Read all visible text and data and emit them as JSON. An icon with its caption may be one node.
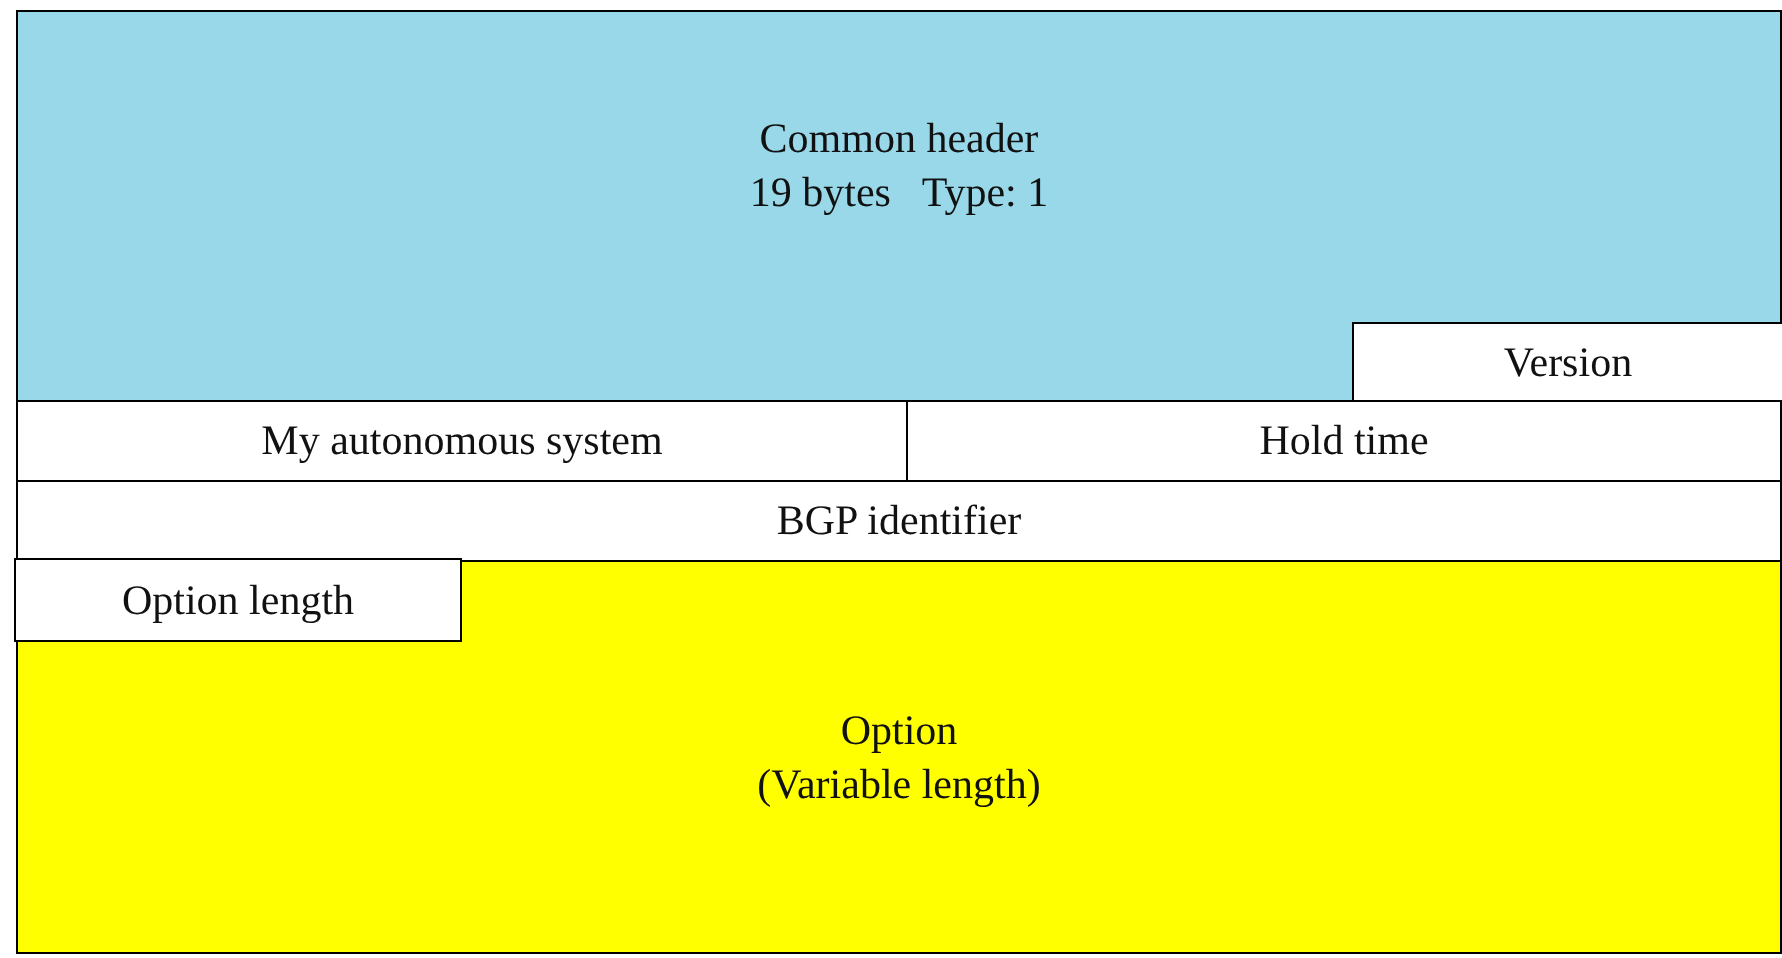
{
  "diagram": {
    "nodes": [
      {
        "text": [
          "Common header",
          "19 bytes   Type: 1"
        ]
      },
      {
        "text": [
          "Version"
        ],
        "in": 0
      },
      {
        "text": [
          "My autonomous system"
        ]
      },
      {
        "text": [
          "Hold time"
        ]
      },
      {
        "text": [
          "BGP identifier"
        ]
      },
      {
        "text": [
          "Option",
          "(Variable length)"
        ]
      },
      {
        "text": [
          "Option length"
        ],
        "in": 5
      }
    ]
  }
}
